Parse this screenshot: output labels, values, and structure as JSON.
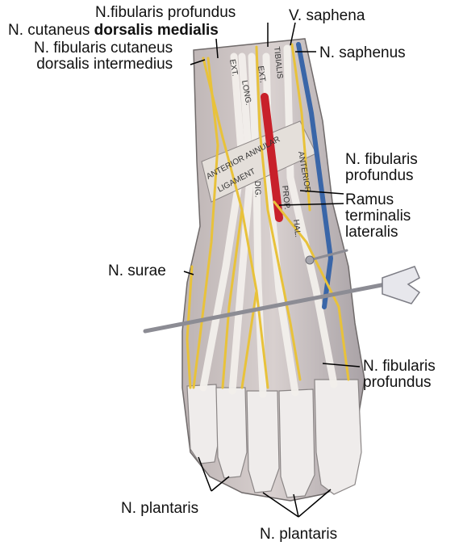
{
  "illustration": {
    "muscle_labels": [
      "EXT.",
      "LONG.",
      "EXT.",
      "TIBIALIS",
      "ANTERIOR ANNULAR",
      "LIGAMENT",
      "ANTERIOR",
      "DIG.",
      "PROP.",
      "HAL."
    ]
  },
  "labels": {
    "fib_prof_top": "N.fibularis profundus",
    "v_saphena": "V. saphena",
    "cut_dors_med_a": "N. cutaneus ",
    "cut_dors_med_b": "dorsalis medialis",
    "n_saphenus": "N. saphenus",
    "cut_dors_int_1": "N. fibularis cutaneus",
    "cut_dors_int_2": "dorsalis intermedius",
    "fib_prof_right_1": "N. fibularis",
    "fib_prof_right_2": "profundus",
    "ramus_1": "Ramus",
    "ramus_2": "terminalis",
    "ramus_3": "lateralis",
    "n_surae": "N. surae",
    "fib_prof_low_1": "N. fibularis",
    "fib_prof_low_2": "profundus",
    "plantaris_left": "N. plantaris",
    "plantaris_right": "N. plantaris"
  },
  "colors": {
    "nerve": "#e8c23a",
    "artery": "#c8202a",
    "vein": "#3a66a8",
    "tendon": "#e9e6e2",
    "muscle": "#c9c0c0"
  }
}
